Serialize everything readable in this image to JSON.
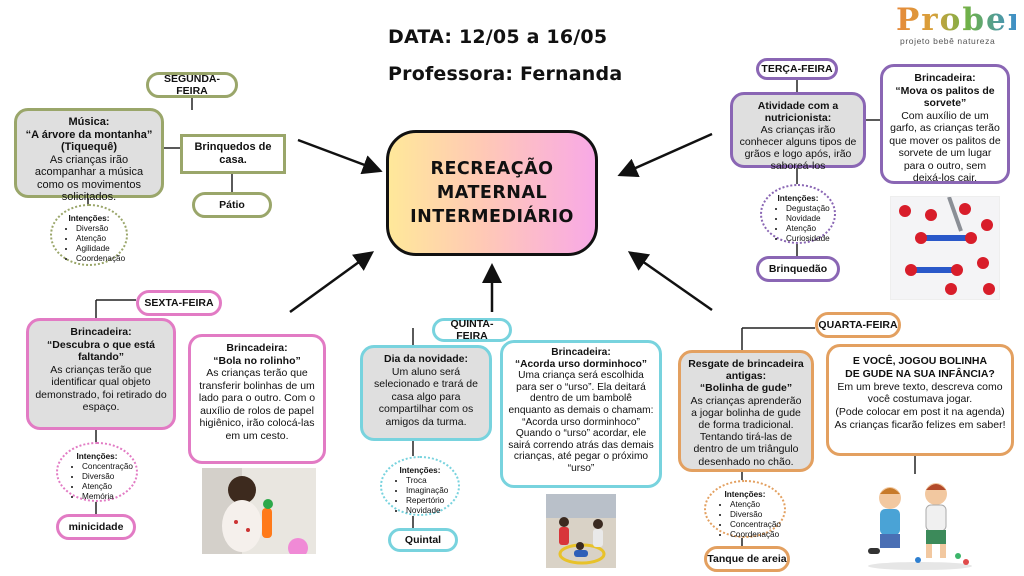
{
  "header": {
    "date": "DATA: 12/05 a 16/05",
    "teacher": "Professora: Fernanda"
  },
  "logo": {
    "name": "Proben",
    "tagline": "projeto bebê natureza"
  },
  "center": {
    "lines": [
      "RECREAÇÃO",
      "MATERNAL",
      "INTERMEDIÁRIO"
    ]
  },
  "colors": {
    "segunda": "#9aa66a",
    "terca": "#8a66b4",
    "quarta": "#e3a060",
    "quinta": "#78d3de",
    "sexta": "#e27bc4"
  },
  "segunda": {
    "day": "SEGUNDA-FEIRA",
    "music": {
      "title": "Música:",
      "song": "“A árvore da montanha”",
      "author": "(Tiquequê)",
      "text": "As crianças irão acompanhar a música como os movimentos solicitados."
    },
    "toys": "Brinquedos de casa.",
    "place": "Pátio",
    "intentions_title": "Intenções:",
    "intentions": [
      "Diversão",
      "Atenção",
      "Agilidade",
      "Coordenação"
    ]
  },
  "terca": {
    "day": "TERÇA-FEIRA",
    "activity": {
      "title": "Atividade com a nutricionista:",
      "text": "As crianças irão conhecer alguns tipos de grãos e logo após, irão saboreá-los"
    },
    "game": {
      "title": "Brincadeira:",
      "name": "“Mova os palitos de sorvete”",
      "text": "Com auxílio de um garfo, as crianças terão que mover os palitos de sorvete de um lugar para o outro, sem deixá-los cair."
    },
    "intentions_title": "Intenções:",
    "intentions": [
      "Degustação",
      "Novidade",
      "Atenção",
      "Curiosidade"
    ],
    "place": "Brinquedão"
  },
  "quarta": {
    "day": "QUARTA-FEIRA",
    "rescue": {
      "title": "Resgate de brincadeira antigas:",
      "name": "“Bolinha de gude”",
      "text": "As crianças aprenderão a jogar bolinha de gude de forma tradicional. Tentando tirá-las de dentro de um triângulo desenhado no chão."
    },
    "question": {
      "title_line1": "E VOCÊ, JOGOU BOLINHA",
      "title_line2": "DE GUDE NA SUA INFÂNCIA?",
      "line1": "Em um breve texto, descreva como",
      "line2": "você costumava jogar.",
      "line3": "(Pode colocar em post it na agenda)",
      "line4": "As crianças ficarão felizes em saber!"
    },
    "intentions_title": "Intenções:",
    "intentions": [
      "Atenção",
      "Diversão",
      "Concentração",
      "Coordenação"
    ],
    "place": "Tanque de areia"
  },
  "quinta": {
    "day": "QUINTA-FEIRA",
    "novelty": {
      "title": "Dia da novidade:",
      "text": "Um aluno será selecionado e trará de casa algo para compartilhar com os amigos da turma."
    },
    "game": {
      "title": "Brincadeira:",
      "name": "“Acorda urso dorminhoco”",
      "text1": "Uma criança será escolhida para ser o “urso”. Ela deitará dentro de um bambolê enquanto as demais o chamam:",
      "text2": "“Acorda urso dorminhoco”",
      "text3": "Quando o “urso” acordar, ele sairá correndo atrás das demais crianças, até pegar o próximo “urso”"
    },
    "intentions_title": "Intenções:",
    "intentions": [
      "Troca",
      "Imaginação",
      "Repertório",
      "Novidade"
    ],
    "place": "Quintal"
  },
  "sexta": {
    "day": "SEXTA-FEIRA",
    "game1": {
      "title": "Brincadeira:",
      "name": "“Descubra o que está faltando”",
      "text": "As crianças terão que identificar qual objeto demonstrado, foi retirado do espaço."
    },
    "game2": {
      "title": "Brincadeira:",
      "name": "“Bola no rolinho”",
      "text": "As crianças terão que transferir bolinhas de um lado para o outro. Com o auxílio de rolos de papel higiênico, irão colocá-las em um cesto."
    },
    "intentions_title": "Intenções:",
    "intentions": [
      "Concentração",
      "Diversão",
      "Atenção",
      "Memória"
    ],
    "place": "minicidade"
  }
}
